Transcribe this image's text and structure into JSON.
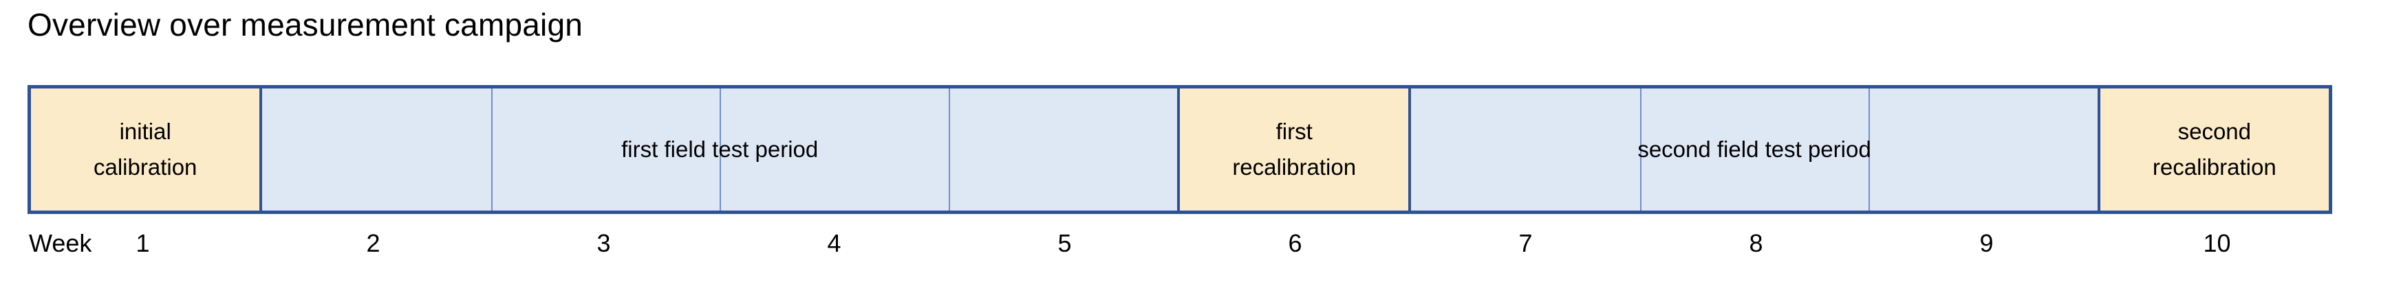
{
  "title": "Overview over measurement campaign",
  "colors": {
    "bar_border": "#2E5395",
    "calibration_fill": "#FCEBC9",
    "field_fill": "#DEE8F5",
    "week_divider": "#6E8FC7",
    "text": "#000000",
    "background": "#FFFFFF"
  },
  "timeline": {
    "week_axis_label": "Week",
    "total_weeks": 10,
    "weeks": [
      "1",
      "2",
      "3",
      "4",
      "5",
      "6",
      "7",
      "8",
      "9",
      "10"
    ],
    "segments": [
      {
        "id": "initial-calibration",
        "label": "initial calibration",
        "line1": "initial",
        "line2": "calibration",
        "type": "calibration",
        "start_week": 1,
        "end_week": 1,
        "weeks_span": 1,
        "inner_dividers": 0
      },
      {
        "id": "first-field-test-period",
        "label": "first field test period",
        "line1": "first field test period",
        "line2": "",
        "type": "field",
        "start_week": 2,
        "end_week": 5,
        "weeks_span": 4,
        "inner_dividers": 3
      },
      {
        "id": "first-recalibration",
        "label": "first recalibration",
        "line1": "first",
        "line2": "recalibration",
        "type": "calibration",
        "start_week": 6,
        "end_week": 6,
        "weeks_span": 1,
        "inner_dividers": 0
      },
      {
        "id": "second-field-test-period",
        "label": "second field test period",
        "line1": "second field test period",
        "line2": "",
        "type": "field",
        "start_week": 7,
        "end_week": 9,
        "weeks_span": 3,
        "inner_dividers": 2
      },
      {
        "id": "second-recalibration",
        "label": "second recalibration",
        "line1": "second",
        "line2": "recalibration",
        "type": "calibration",
        "start_week": 10,
        "end_week": 10,
        "weeks_span": 1,
        "inner_dividers": 0
      }
    ]
  },
  "chart_data": {
    "type": "table",
    "title": "Overview over measurement campaign",
    "xlabel": "Week",
    "x": [
      1,
      2,
      3,
      4,
      5,
      6,
      7,
      8,
      9,
      10
    ],
    "categories": [
      "initial calibration",
      "first field test period",
      "first recalibration",
      "second field test period",
      "second recalibration"
    ],
    "values": [
      1,
      4,
      1,
      3,
      1
    ],
    "series": [
      {
        "name": "phase",
        "values": [
          {
            "label": "initial calibration",
            "start_week": 1,
            "end_week": 1,
            "duration_weeks": 1,
            "kind": "calibration"
          },
          {
            "label": "first field test period",
            "start_week": 2,
            "end_week": 5,
            "duration_weeks": 4,
            "kind": "field-test"
          },
          {
            "label": "first recalibration",
            "start_week": 6,
            "end_week": 6,
            "duration_weeks": 1,
            "kind": "calibration"
          },
          {
            "label": "second field test period",
            "start_week": 7,
            "end_week": 9,
            "duration_weeks": 3,
            "kind": "field-test"
          },
          {
            "label": "second recalibration",
            "start_week": 10,
            "end_week": 10,
            "duration_weeks": 1,
            "kind": "calibration"
          }
        ]
      }
    ],
    "xlim": [
      1,
      10
    ],
    "grid": false,
    "legend": "none"
  }
}
